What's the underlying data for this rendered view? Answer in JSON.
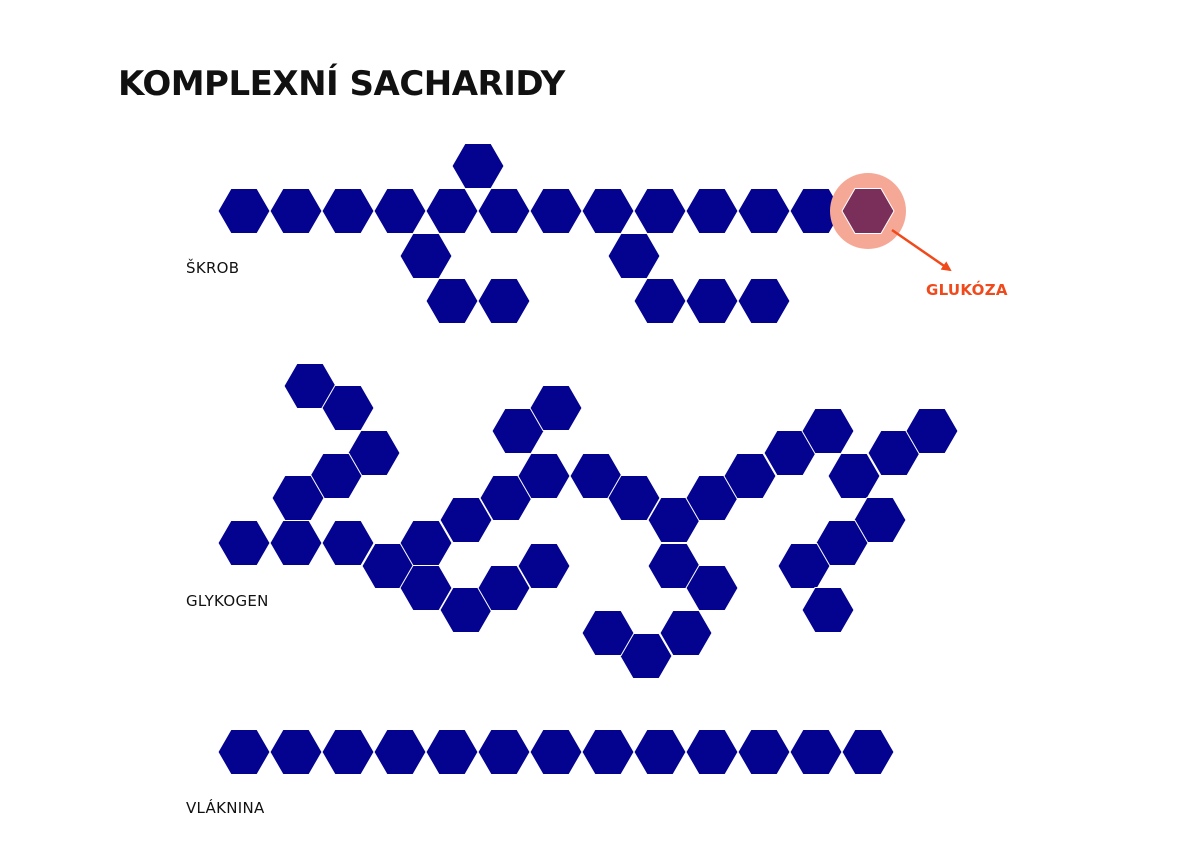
{
  "title": "KOMPLEXNÍ SACHARIDY",
  "colors": {
    "hexagon": "#03038f",
    "highlight_circle": "#f6a896",
    "highlight_hexagon": "#7a2f5a",
    "accent": "#f0491b",
    "text": "#111111"
  },
  "sections": [
    {
      "id": "starch",
      "label": "ŠKROB"
    },
    {
      "id": "glycogen",
      "label": "GLYKOGEN"
    },
    {
      "id": "fiber",
      "label": "VLÁKNINA"
    }
  ],
  "callout": {
    "label": "GLUKÓZA",
    "icon": "arrow-icon"
  }
}
